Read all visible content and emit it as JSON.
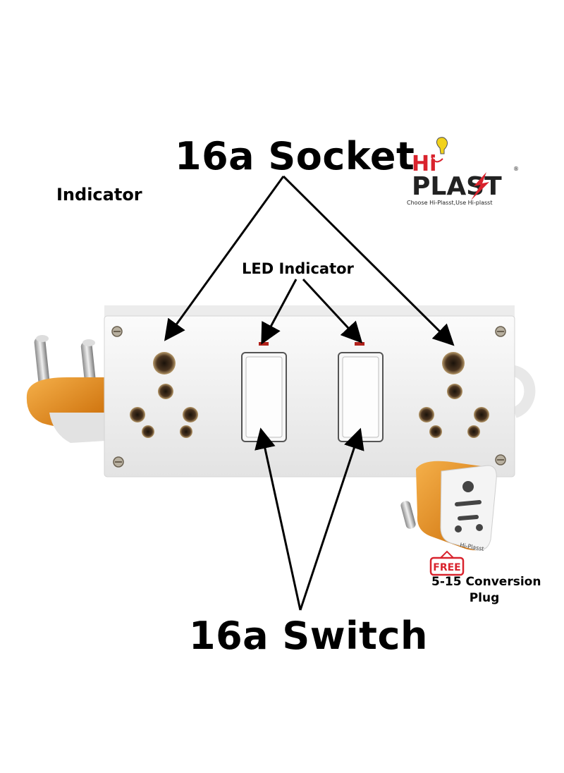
{
  "labels": {
    "socket_title": "16a Socket",
    "switch_title": "16a Switch",
    "indicator": "Indicator",
    "led_indicator": "LED Indicator",
    "conversion_plug_line1": "5-15 Conversion",
    "conversion_plug_line2": "Plug",
    "free_tag": "FREE"
  },
  "logo": {
    "hi": "Hi",
    "plast": "PLAST",
    "tagline": "Choose Hi-Plasst,Use Hi-plasst",
    "registered": "®",
    "adapter_brand": "Hi-Plasst"
  },
  "colors": {
    "logo_red": "#d9232d",
    "logo_dark": "#222222",
    "plug_orange": "#e8870f",
    "socket_hole": "#3a2a1a",
    "led_red": "#b0201a",
    "board_white": "#f4f4f4"
  }
}
